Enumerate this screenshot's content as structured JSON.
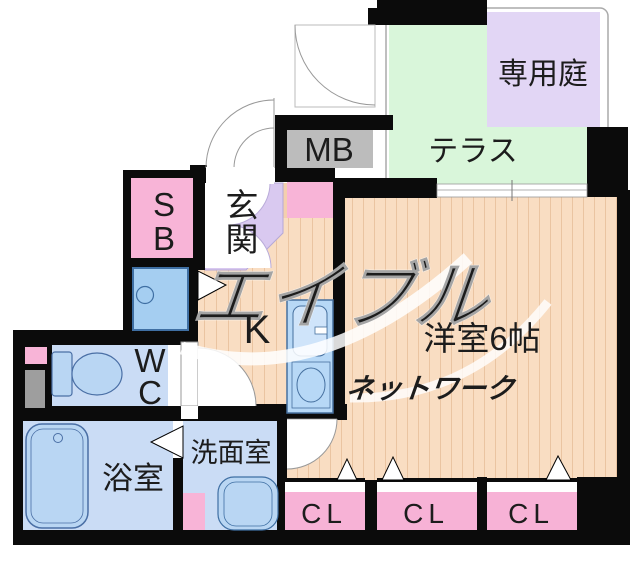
{
  "document_type": "Japanese apartment floor plan",
  "rooms": {
    "private_garden": {
      "label": "専用庭"
    },
    "terrace": {
      "label": "テラス"
    },
    "meter_box": {
      "label": "MB"
    },
    "entrance": {
      "chars": [
        "玄",
        "関"
      ]
    },
    "shoe_box": {
      "chars": [
        "S",
        "B"
      ]
    },
    "kitchen": {
      "label": "K"
    },
    "western_room": {
      "label": "洋室6帖"
    },
    "toilet": {
      "chars": [
        "W",
        "C"
      ]
    },
    "bathroom": {
      "label": "浴室"
    },
    "washroom": {
      "label": "洗面室"
    },
    "closet_1": {
      "label": "CL"
    },
    "closet_2": {
      "label": "CL"
    },
    "closet_3": {
      "label": "CL"
    }
  },
  "watermark": {
    "brand": "エイブル",
    "sub": "ネットワーク"
  },
  "colors": {
    "wall": "#0b0b0b",
    "floor_wood": "#f9ddc2",
    "floor_stripe": "#dbaa80",
    "terrace_green": "#d9f6da",
    "garden_lavender": "#e2d6f5",
    "entrance_lavender": "#d9c9f0",
    "closet_pink": "#f7b2d6",
    "wet_room_blue": "#cadcf5",
    "fixture_blue": "#b9d6f3",
    "fixture_outline": "#4a6fa5",
    "washer_blue": "#a5cef1",
    "meter_box_gray": "#bcbcbc",
    "pipe_space_gray": "#9e9e9e",
    "watermark_pink": "#ec82a5",
    "watermark_gray": "#d2d2da"
  }
}
